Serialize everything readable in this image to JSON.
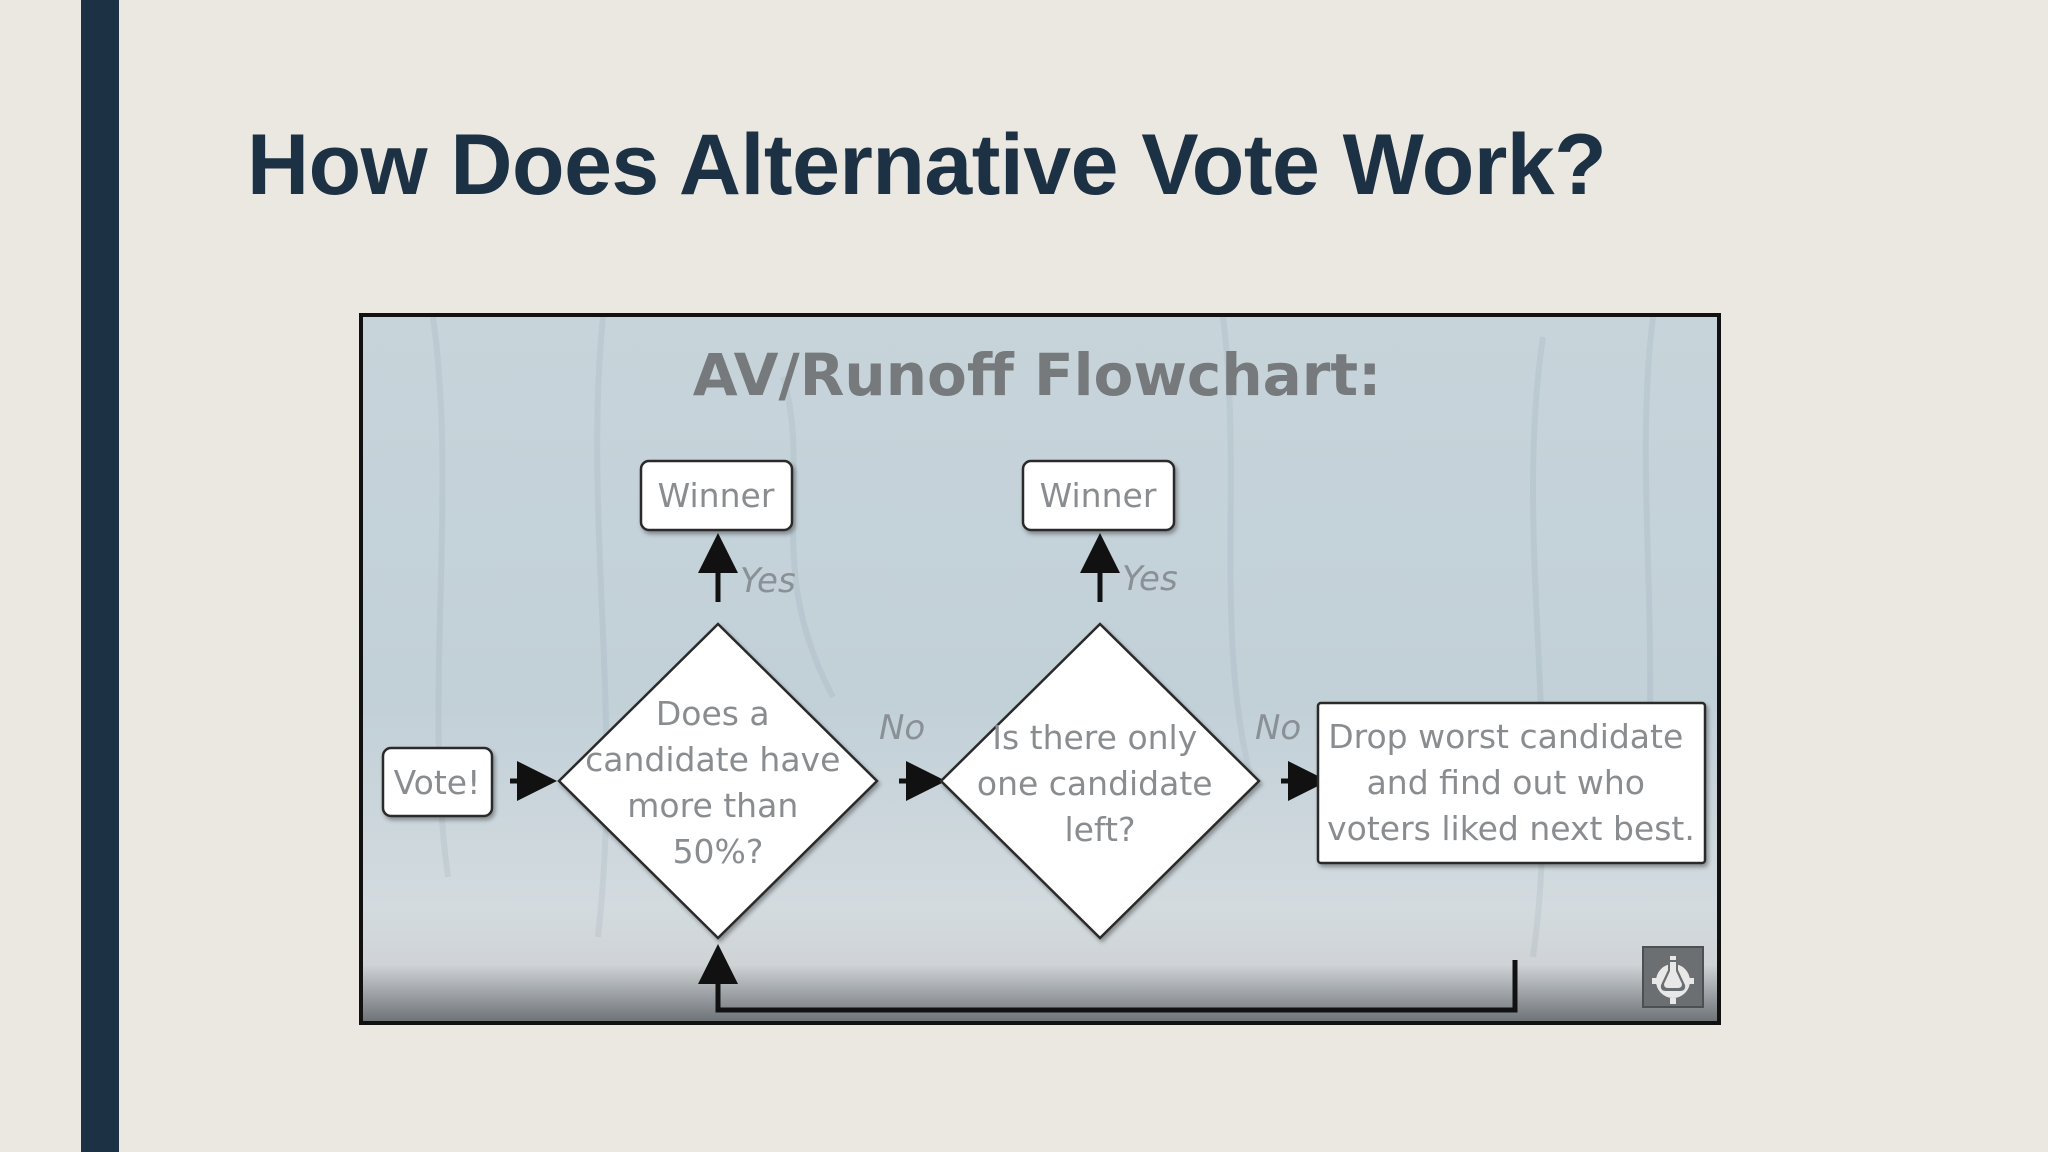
{
  "slide": {
    "title": "How Does Alternative Vote Work?"
  },
  "flowchart": {
    "title": "AV/Runoff Flowchart:",
    "nodes": {
      "vote": "Vote!",
      "decision1": [
        "Does a",
        "candidate have",
        "more than",
        "50%?"
      ],
      "winner1": "Winner",
      "decision2": [
        "Is there only",
        "one candidate",
        "left?"
      ],
      "winner2": "Winner",
      "drop": [
        "Drop worst candidate",
        "and find out who",
        "voters liked next best."
      ]
    },
    "edges": {
      "yes1": "Yes",
      "no1": "No",
      "yes2": "Yes",
      "no2": "No"
    },
    "logo_icon": "gear-flask-icon"
  },
  "colors": {
    "accent_bar": "#1d3144",
    "title": "#1d3144",
    "background": "#ebe8e2"
  }
}
